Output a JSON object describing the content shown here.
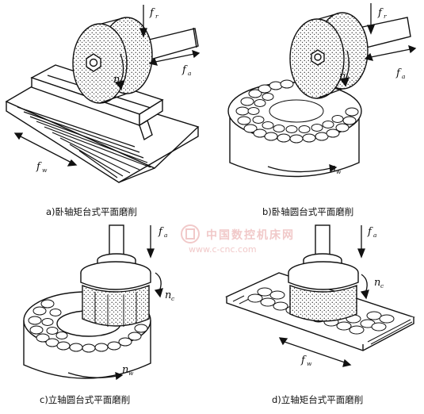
{
  "panels": {
    "a": {
      "caption": "a)卧轴矩台式平面磨削",
      "labels": {
        "feed_top": "f",
        "feed_top_sub": "r",
        "feed_axial": "f",
        "feed_axial_sub": "a",
        "speed": "n",
        "feed_work": "f",
        "feed_work_sub": "w"
      }
    },
    "b": {
      "caption": "b)卧轴圆台式平面磨削",
      "labels": {
        "feed_top": "f",
        "feed_top_sub": "r",
        "feed_axial": "f",
        "feed_axial_sub": "a",
        "speed": "n",
        "table_speed": "n",
        "table_speed_sub": "w"
      }
    },
    "c": {
      "caption": "c)立轴圆台式平面磨削",
      "labels": {
        "feed_top": "f",
        "feed_top_sub": "a",
        "speed": "n",
        "speed_sub": "c",
        "table_speed": "n",
        "table_speed_sub": "w"
      }
    },
    "d": {
      "caption": "d)立轴矩台式平面磨削",
      "labels": {
        "feed_top": "f",
        "feed_top_sub": "a",
        "speed": "n",
        "speed_sub": "c",
        "feed_work": "f",
        "feed_work_sub": "w"
      }
    }
  },
  "watermark": {
    "text": "中国数控机床网",
    "url": "www.c-cnc.com"
  }
}
